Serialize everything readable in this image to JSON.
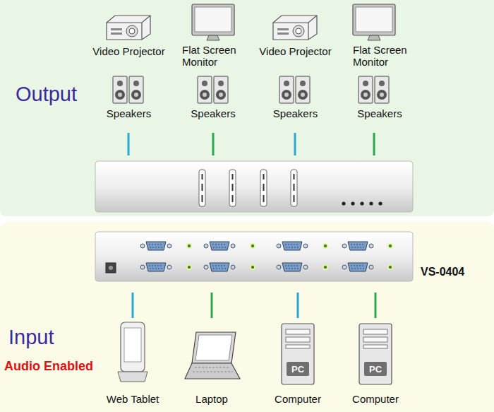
{
  "diagram": {
    "nodes": [
      {
        "text": [
          "Video Projector",
          "Speakers"
        ]
      },
      {
        "text": [
          "Flat Screen Monitor",
          "Speakers"
        ]
      },
      {
        "text": [
          "Video Projector",
          "Speakers"
        ]
      },
      {
        "text": [
          "Flat Screen Monitor",
          "Speakers"
        ]
      },
      {
        "text": [
          "VS-0404"
        ]
      },
      {
        "text": [
          "Web Tablet"
        ]
      },
      {
        "text": [
          "Laptop"
        ]
      },
      {
        "text": [
          "Computer"
        ]
      },
      {
        "text": [
          "Computer"
        ]
      }
    ],
    "edges": [
      {
        "from": 5,
        "to": 4,
        "arrow": "none"
      },
      {
        "from": 6,
        "to": 4,
        "arrow": "none"
      },
      {
        "from": 7,
        "to": 4,
        "arrow": "none"
      },
      {
        "from": 8,
        "to": 4,
        "arrow": "none"
      }
    ],
    "labels": [
      "Output",
      "Input",
      "Audio Enabled",
      "PC",
      "PC"
    ]
  }
}
